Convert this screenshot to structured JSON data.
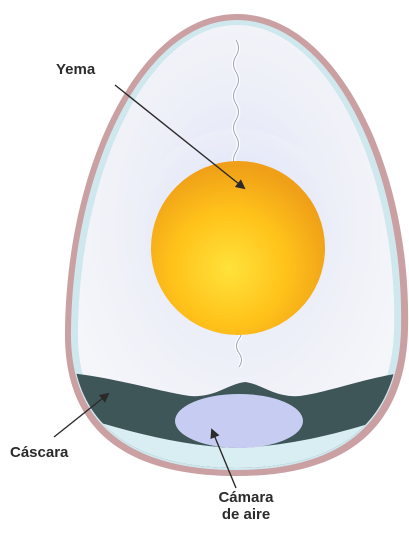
{
  "diagram": {
    "labels": {
      "yolk": "Yema",
      "shell": "Cáscara",
      "air_cell_line1": "Cámara",
      "air_cell_line2": "de aire"
    },
    "colors": {
      "shell": "#b88f8f",
      "shell_inner": "#bfe3ea",
      "albumen": "#f1f2f7",
      "yolk_center": "#ffd21c",
      "yolk_edge": "#f0a21a",
      "air_cell": "#c7cdf2",
      "air_membrane": "#3b5256",
      "arrow": "#2a2a2a"
    }
  }
}
